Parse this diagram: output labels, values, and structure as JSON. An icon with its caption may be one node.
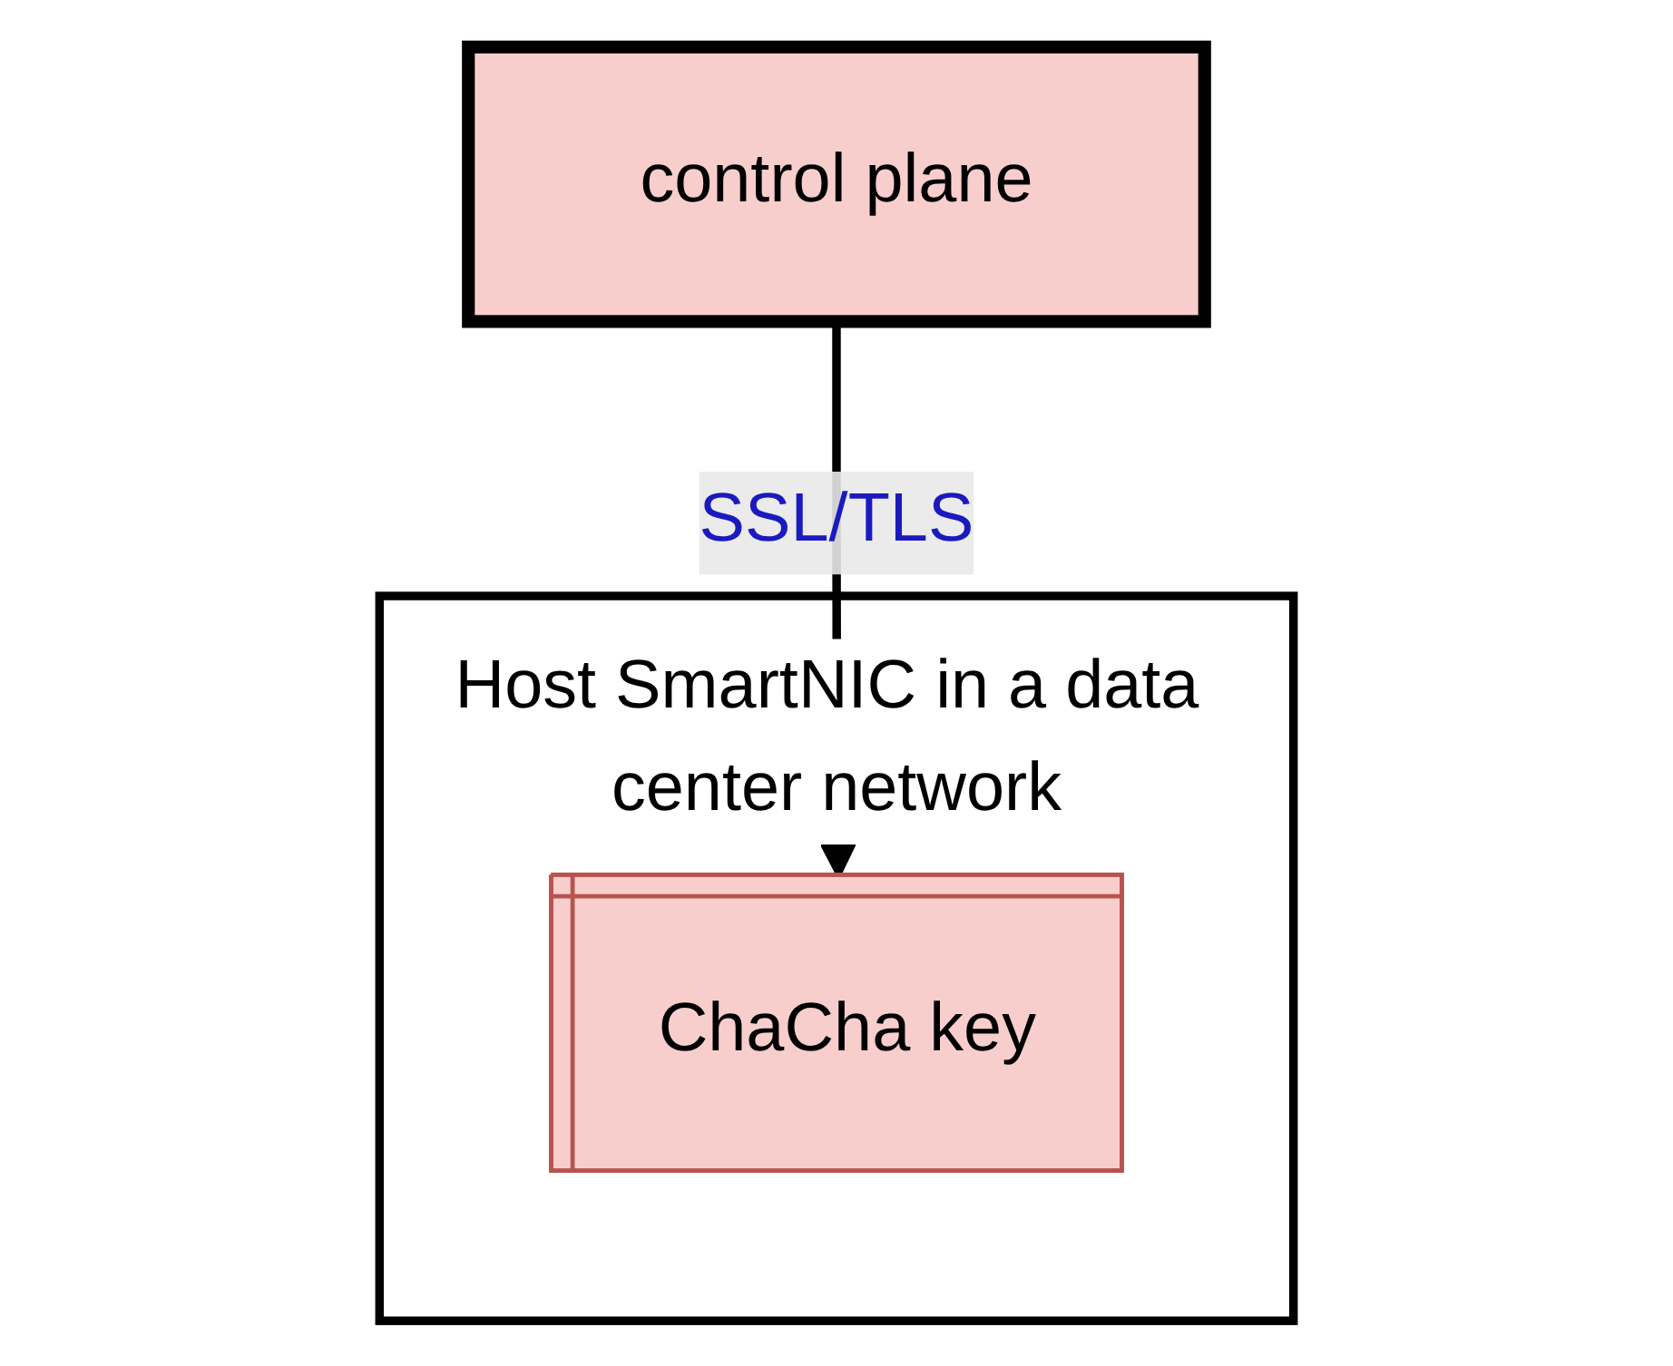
{
  "diagram": {
    "nodes": [
      {
        "text": [
          "control plane"
        ]
      },
      {
        "text": [
          "Host SmartNIC in a data center network"
        ]
      },
      {
        "text": [
          "ChaCha key"
        ],
        "in": 1
      }
    ],
    "edges": [
      {
        "from": 0,
        "to": 2,
        "arrow": "to",
        "label": "SSL/TLS"
      }
    ]
  }
}
